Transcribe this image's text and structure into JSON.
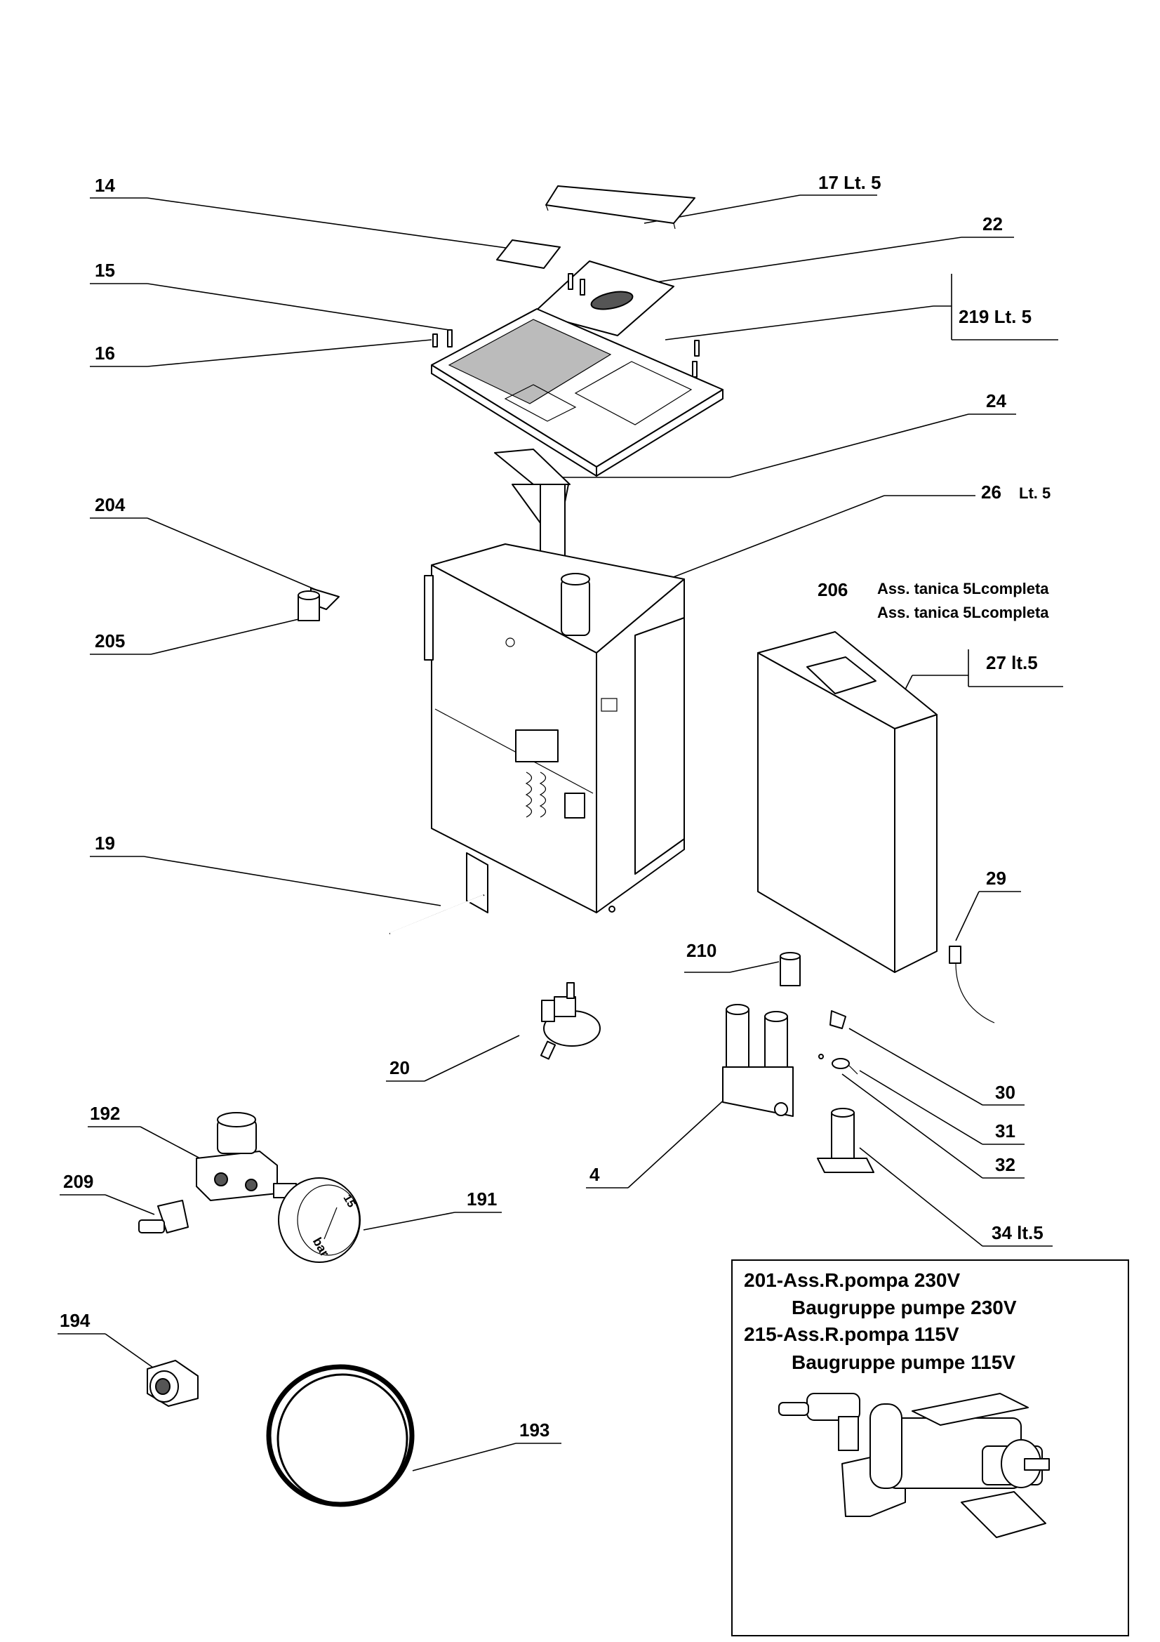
{
  "labels": {
    "p14": "14",
    "p17": "17 Lt. 5",
    "p22": "22",
    "p15": "15",
    "p219": "219  Lt. 5",
    "p16": "16",
    "p24": "24",
    "p26": "26",
    "p26_suffix": "Lt. 5",
    "p204": "204",
    "p205": "205",
    "p206": "206",
    "p206_line1": "Ass. tanica 5Lcompleta",
    "p206_line2": "Ass. tanica 5Lcompleta",
    "p27": "27 lt.5",
    "p19": "19",
    "p29": "29",
    "p210": "210",
    "p20": "20",
    "p30": "30",
    "p31": "31",
    "p32": "32",
    "p4": "4",
    "p192": "192",
    "p209": "209",
    "p191": "191",
    "p34": "34 lt.5",
    "p194": "194",
    "p193": "193"
  },
  "gauge": {
    "scale_max": "15",
    "unit": "bar"
  },
  "pump_box": {
    "line1": "201-Ass.R.pompa 230V",
    "line2": "Baugruppe pumpe 230V",
    "line3": "215-Ass.R.pompa 115V",
    "line4": "Baugruppe pumpe 115V"
  }
}
